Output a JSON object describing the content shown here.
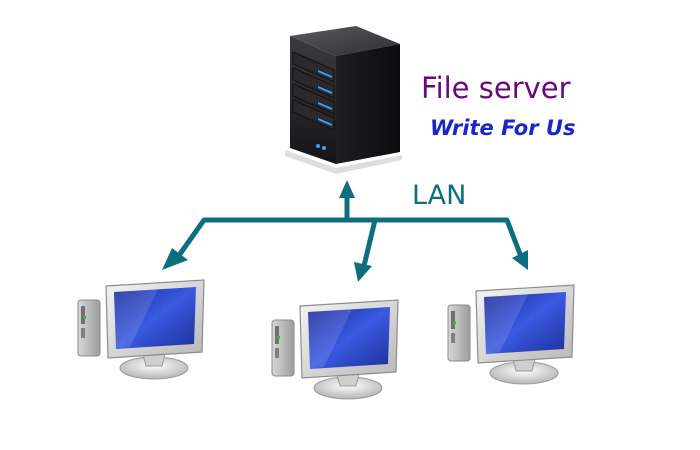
{
  "labels": {
    "server": "File server",
    "tagline": "Write For Us",
    "network": "LAN"
  },
  "colors": {
    "server_label": "#660a7a",
    "tagline": "#1c25c8",
    "network_link": "#0e6e7e",
    "screen": "#2a46c8",
    "server_body": "#2b2b2f",
    "server_led": "#3aa0ff"
  },
  "icons": [
    "file-server-icon",
    "desktop-computer-icon"
  ]
}
